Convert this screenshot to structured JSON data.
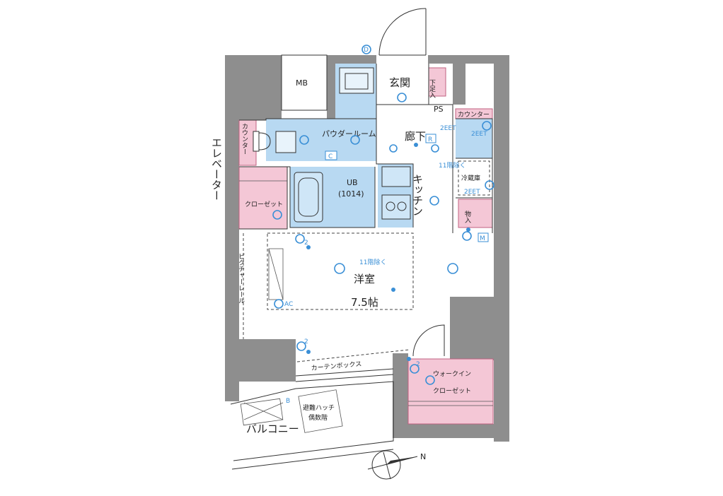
{
  "labels": {
    "mb": "MB",
    "genkan": "玄関",
    "getabako": "下足入",
    "ps": "PS",
    "counter_right": "カウンター",
    "counter_left": "カウンター",
    "powder_room": "パウダールーム",
    "rouka": "廊下",
    "kitchen": "キッチン",
    "reizouko": "冷蔵庫",
    "monoire": "物入",
    "ub": "UB",
    "ub_size": "(1014)",
    "closet": "クローゼット",
    "youshitsu": "洋室",
    "youshitsu_size": "7.5帖",
    "picture_rail": "ピクチャーレール",
    "curtain_box": "カーテンボックス",
    "walkin_1": "ウォークイン",
    "walkin_2": "クローゼット",
    "balcony": "バルコニー",
    "hatch_1": "避難ハッチ",
    "hatch_2": "偶数階",
    "elevator": "エレベーター",
    "eleven_floor_1": "11階除く",
    "eleven_floor_2": "11階除く",
    "twoeet_1": "2EET",
    "twoeet_2": "2EET",
    "twoeet_3": "2EET",
    "north": "N"
  },
  "markers": {
    "d": "D",
    "c": "C",
    "r": "R",
    "m": "M",
    "b": "B",
    "ac": "AC",
    "two_1": "2",
    "two_2": "2",
    "two_3": "2"
  }
}
